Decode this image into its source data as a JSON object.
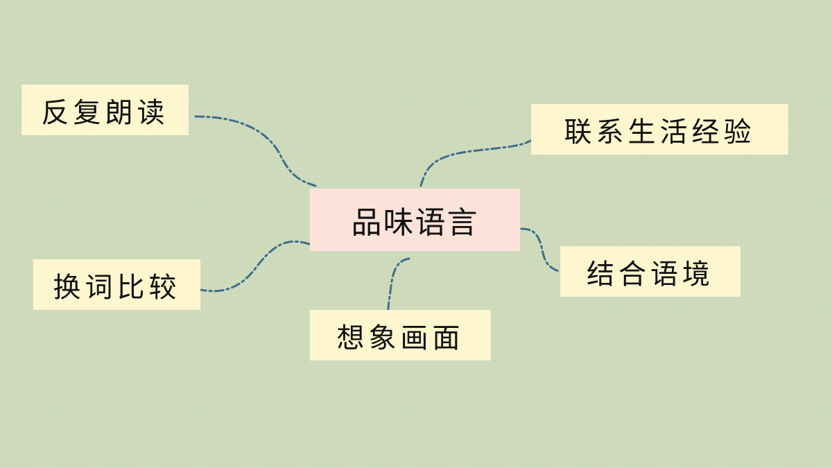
{
  "diagram": {
    "center": {
      "label": "品味语言"
    },
    "branches": [
      {
        "id": "reread",
        "label": "反复朗读"
      },
      {
        "id": "life-experience",
        "label": "联系生活经验"
      },
      {
        "id": "context",
        "label": "结合语境"
      },
      {
        "id": "imagine",
        "label": "想象画面"
      },
      {
        "id": "compare-words",
        "label": "换词比较"
      }
    ]
  },
  "colors": {
    "background": "#cfdcbb",
    "center_fill": "#fbe3d9",
    "branch_fill": "#fdf6cf",
    "connector": "#3d6e8f"
  }
}
